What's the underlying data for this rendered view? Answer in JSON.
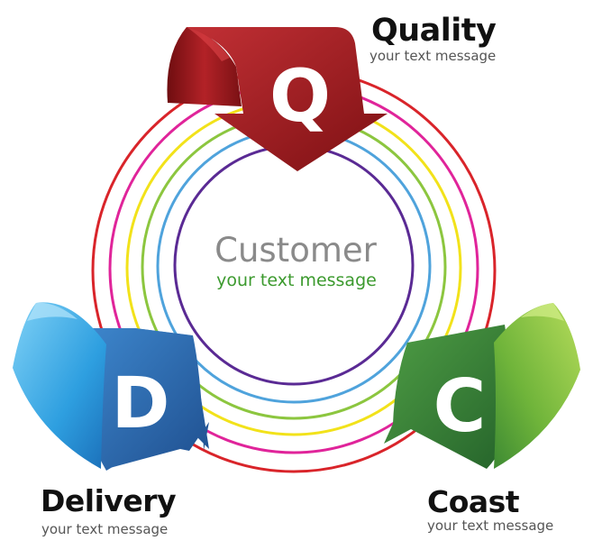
{
  "center": {
    "title": "Customer",
    "subtitle": "your text message"
  },
  "quality": {
    "letter": "Q",
    "title": "Quality",
    "subtitle": "your text message",
    "color": "#9b1b1f"
  },
  "delivery": {
    "letter": "D",
    "title": "Delivery",
    "subtitle": "your text message",
    "color": "#2f6fb3"
  },
  "coast": {
    "letter": "C",
    "title": "Coast",
    "subtitle": "your text message",
    "color": "#3f8a3a"
  },
  "rings": {
    "colors": [
      "#d9242a",
      "#e0249a",
      "#f2e21a",
      "#8cc63f",
      "#4fa3dc",
      "#5a2a94"
    ]
  }
}
